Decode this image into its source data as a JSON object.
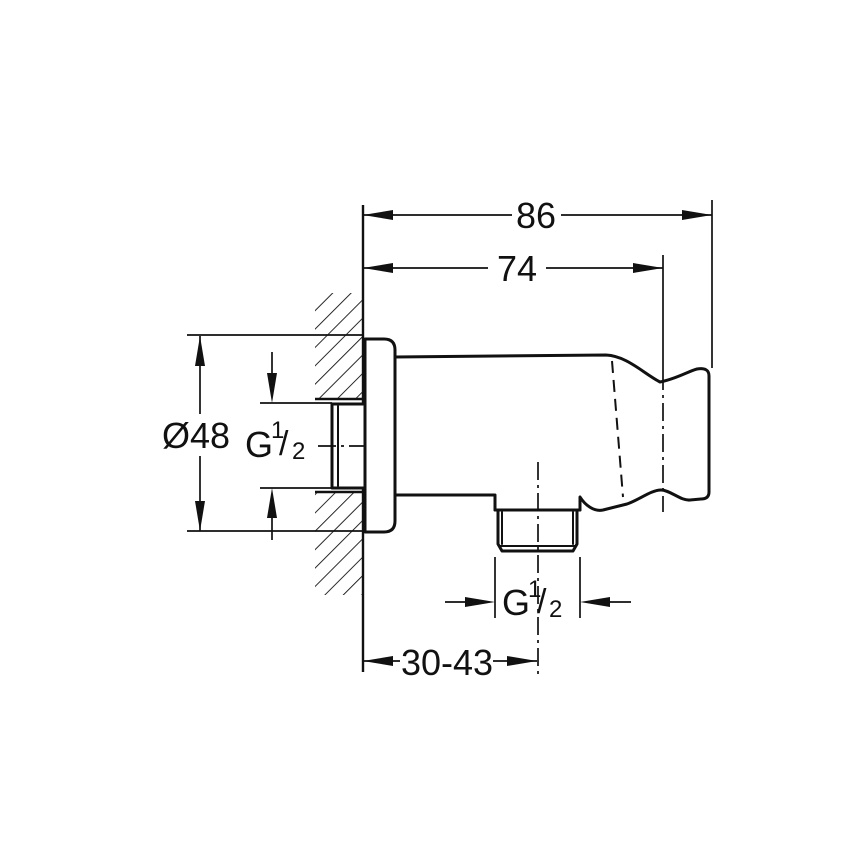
{
  "colors": {
    "background": "#ffffff",
    "line": "#111111"
  },
  "dimensions": {
    "overall_depth": "86",
    "wall_to_holder_center": "74",
    "flange_diameter": "Ø48",
    "wall_depth_range": "30-43",
    "rear_thread": {
      "prefix": "G",
      "numerator": "1",
      "slash": "/",
      "denominator": "2"
    },
    "bottom_thread": {
      "prefix": "G",
      "numerator": "1",
      "slash": "/",
      "denominator": "2"
    }
  }
}
